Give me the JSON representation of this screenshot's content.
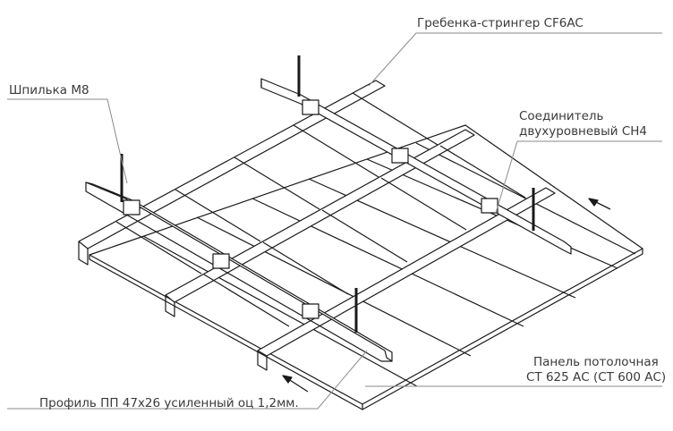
{
  "labels": {
    "stringer": "Гребенка-стрингер CF6AC",
    "hanger": "Шпилька М8",
    "connector_line1": "Соединитель",
    "connector_line2": "двухуровневый CH4",
    "panel_line1": "Панель потолочная",
    "panel_line2": "СТ 625 АС (СТ 600 АС)",
    "profile": "Профиль ПП 47х26 усиленный оц 1,2мм."
  },
  "colors": {
    "line": "#1a1a1a",
    "leader": "#8a8a8a",
    "text": "#3a3a3a"
  }
}
